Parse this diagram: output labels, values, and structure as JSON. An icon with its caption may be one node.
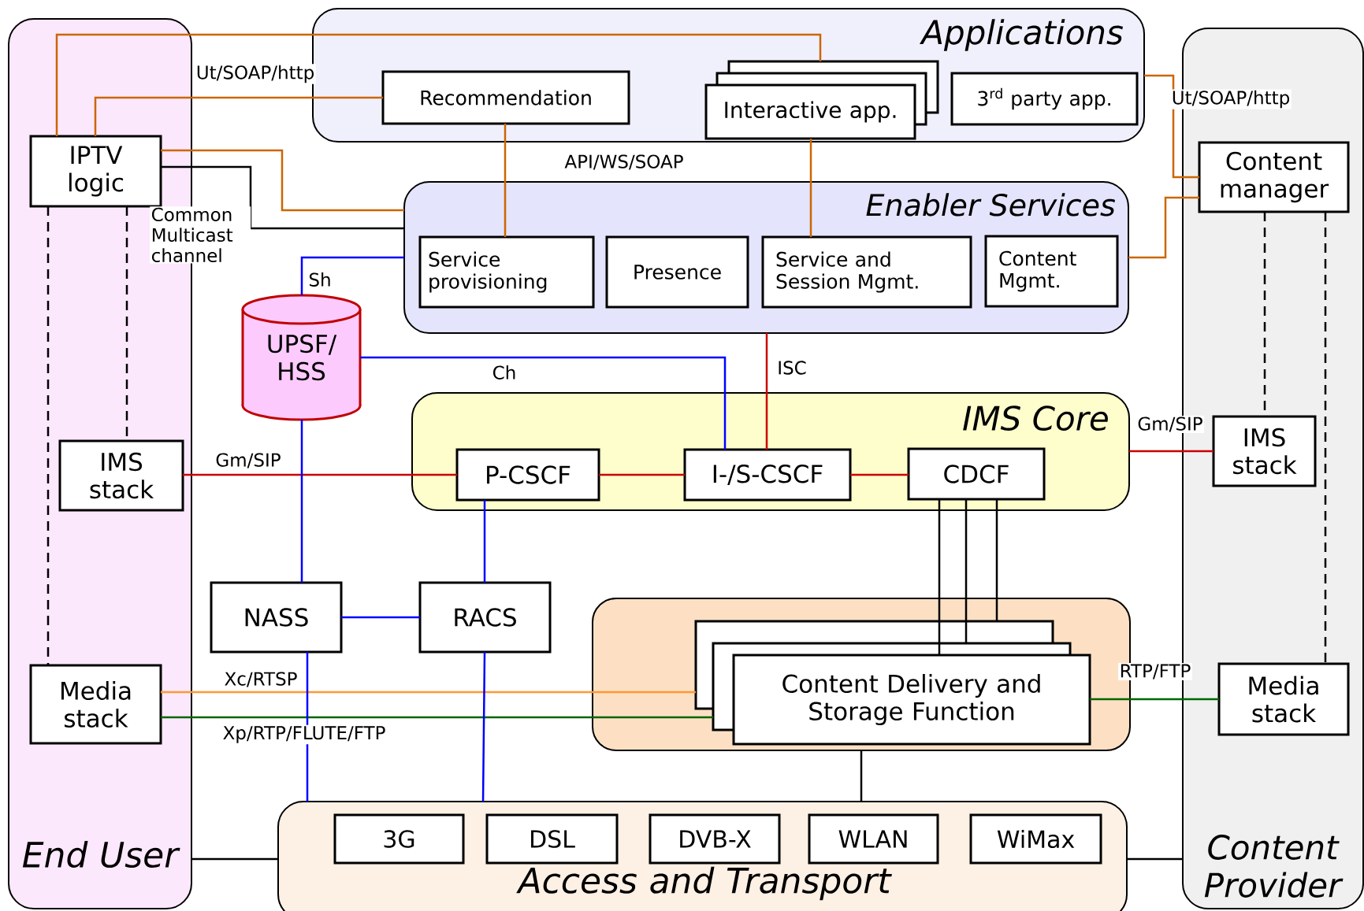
{
  "diagram": {
    "nodes": [
      {
        "text": [
          "End User"
        ]
      },
      {
        "text": [
          "IPTV logic"
        ],
        "in": 0
      },
      {
        "text": [
          "IMS stack"
        ],
        "in": 0
      },
      {
        "text": [
          "Media stack"
        ],
        "in": 0
      },
      {
        "text": [
          "Applications"
        ]
      },
      {
        "text": [
          "Recommendation"
        ],
        "in": 4
      },
      {
        "text": [
          "Interactive app."
        ],
        "in": 4
      },
      {
        "text": [
          "3$^{rd}$ party app."
        ],
        "in": 4
      },
      {
        "text": [
          "Content Provider"
        ]
      },
      {
        "text": [
          "Content manager"
        ],
        "in": 8
      },
      {
        "text": [
          "Enabler Services"
        ]
      },
      {
        "text": [
          "Service provisioning"
        ],
        "in": 10
      },
      {
        "text": [
          "Presence"
        ],
        "in": 10
      },
      {
        "text": [
          "Service and Session Mgmt."
        ],
        "in": 10
      },
      {
        "text": [
          "Content Mgmt."
        ],
        "in": 10
      },
      {
        "text": [
          "UPSF/ HSS"
        ]
      },
      {
        "text": [
          "IMS Core"
        ]
      },
      {
        "text": [
          "P-CSCF"
        ],
        "in": 16
      },
      {
        "text": [
          "I-/S-CSCF"
        ],
        "in": 16
      },
      {
        "text": [
          "CDCF"
        ],
        "in": 16
      },
      {
        "text": [
          "IMS stack"
        ],
        "in": 8
      },
      {
        "text": [
          "NASS"
        ]
      },
      {
        "text": [
          "RACS"
        ]
      },
      {
        "text": [],
        "shape": "box"
      },
      {
        "text": [
          "Content Delivery and Storage Function"
        ],
        "in": 23
      },
      {
        "text": [
          "Media stack"
        ],
        "in": 8
      },
      {
        "text": [
          "Access and Transport"
        ]
      },
      {
        "text": [
          "3G"
        ],
        "in": 26
      },
      {
        "text": [
          "DSL"
        ],
        "in": 26
      },
      {
        "text": [
          "DVB-X"
        ],
        "in": 26
      },
      {
        "text": [
          "WLAN"
        ],
        "in": 26
      },
      {
        "text": [
          "WiMax"
        ],
        "in": 26
      }
    ],
    "edges": [
      {
        "from": 1,
        "to": 6,
        "arrow": "none",
        "color": "#cc6600"
      },
      {
        "from": 1,
        "to": 5,
        "arrow": "none",
        "color": "#cc6600",
        "label": "Ut/SOAP/http"
      },
      {
        "from": 1,
        "to": 10,
        "arrow": "none",
        "color": "#cc6600"
      },
      {
        "from": 1,
        "to": 10,
        "arrow": "none",
        "label": "Common Multicast channel"
      },
      {
        "from": 1,
        "to": 2,
        "arrow": "none",
        "style": "dashed"
      },
      {
        "from": 1,
        "to": 3,
        "arrow": "none",
        "style": "dashed"
      },
      {
        "from": 5,
        "to": 11,
        "arrow": "none",
        "color": "#cc6600",
        "label": "API/WS/SOAP"
      },
      {
        "from": 6,
        "to": 13,
        "arrow": "none",
        "color": "#cc6600"
      },
      {
        "from": 4,
        "to": 9,
        "arrow": "none",
        "color": "#cc6600",
        "label": "Ut/SOAP/http"
      },
      {
        "from": 10,
        "to": 9,
        "arrow": "none",
        "color": "#cc6600"
      },
      {
        "from": 9,
        "to": 20,
        "arrow": "none",
        "style": "dashed"
      },
      {
        "from": 9,
        "to": 25,
        "arrow": "none",
        "style": "dashed"
      },
      {
        "from": 15,
        "to": 10,
        "arrow": "none",
        "color": "#0000ff",
        "label": "Sh"
      },
      {
        "from": 15,
        "to": 18,
        "arrow": "none",
        "color": "#0000ff",
        "label": "Ch"
      },
      {
        "from": 10,
        "to": 18,
        "arrow": "none",
        "color": "#cc0000",
        "label": "ISC"
      },
      {
        "from": 2,
        "to": 17,
        "arrow": "none",
        "color": "#cc0000",
        "label": "Gm/SIP"
      },
      {
        "from": 17,
        "to": 18,
        "arrow": "none",
        "color": "#cc0000"
      },
      {
        "from": 18,
        "to": 19,
        "arrow": "none",
        "color": "#cc0000"
      },
      {
        "from": 16,
        "to": 20,
        "arrow": "none",
        "color": "#cc0000",
        "label": "Gm/SIP"
      },
      {
        "from": 15,
        "to": 21,
        "arrow": "none",
        "color": "#0000ff"
      },
      {
        "from": 21,
        "to": 22,
        "arrow": "none",
        "color": "#0000ff"
      },
      {
        "from": 17,
        "to": 22,
        "arrow": "none",
        "color": "#0000ff"
      },
      {
        "from": 19,
        "to": 24,
        "arrow": "none"
      },
      {
        "from": 19,
        "to": 24,
        "arrow": "none"
      },
      {
        "from": 19,
        "to": 24,
        "arrow": "none"
      },
      {
        "from": 3,
        "to": 24,
        "arrow": "none",
        "color": "#ff9933",
        "label": "Xc/RTSP"
      },
      {
        "from": 3,
        "to": 24,
        "arrow": "none",
        "color": "#006600",
        "label": "Xp/RTP/FLUTE/FTP"
      },
      {
        "from": 24,
        "to": 25,
        "arrow": "none",
        "color": "#006600",
        "label": "RTP/FTP"
      },
      {
        "from": 21,
        "to": 26,
        "arrow": "none",
        "color": "#0000ff"
      },
      {
        "from": 22,
        "to": 26,
        "arrow": "none",
        "color": "#0000ff"
      },
      {
        "from": 23,
        "to": 26,
        "arrow": "none"
      },
      {
        "from": 0,
        "to": 26,
        "arrow": "none"
      },
      {
        "from": 26,
        "to": 8,
        "arrow": "none"
      }
    ]
  }
}
